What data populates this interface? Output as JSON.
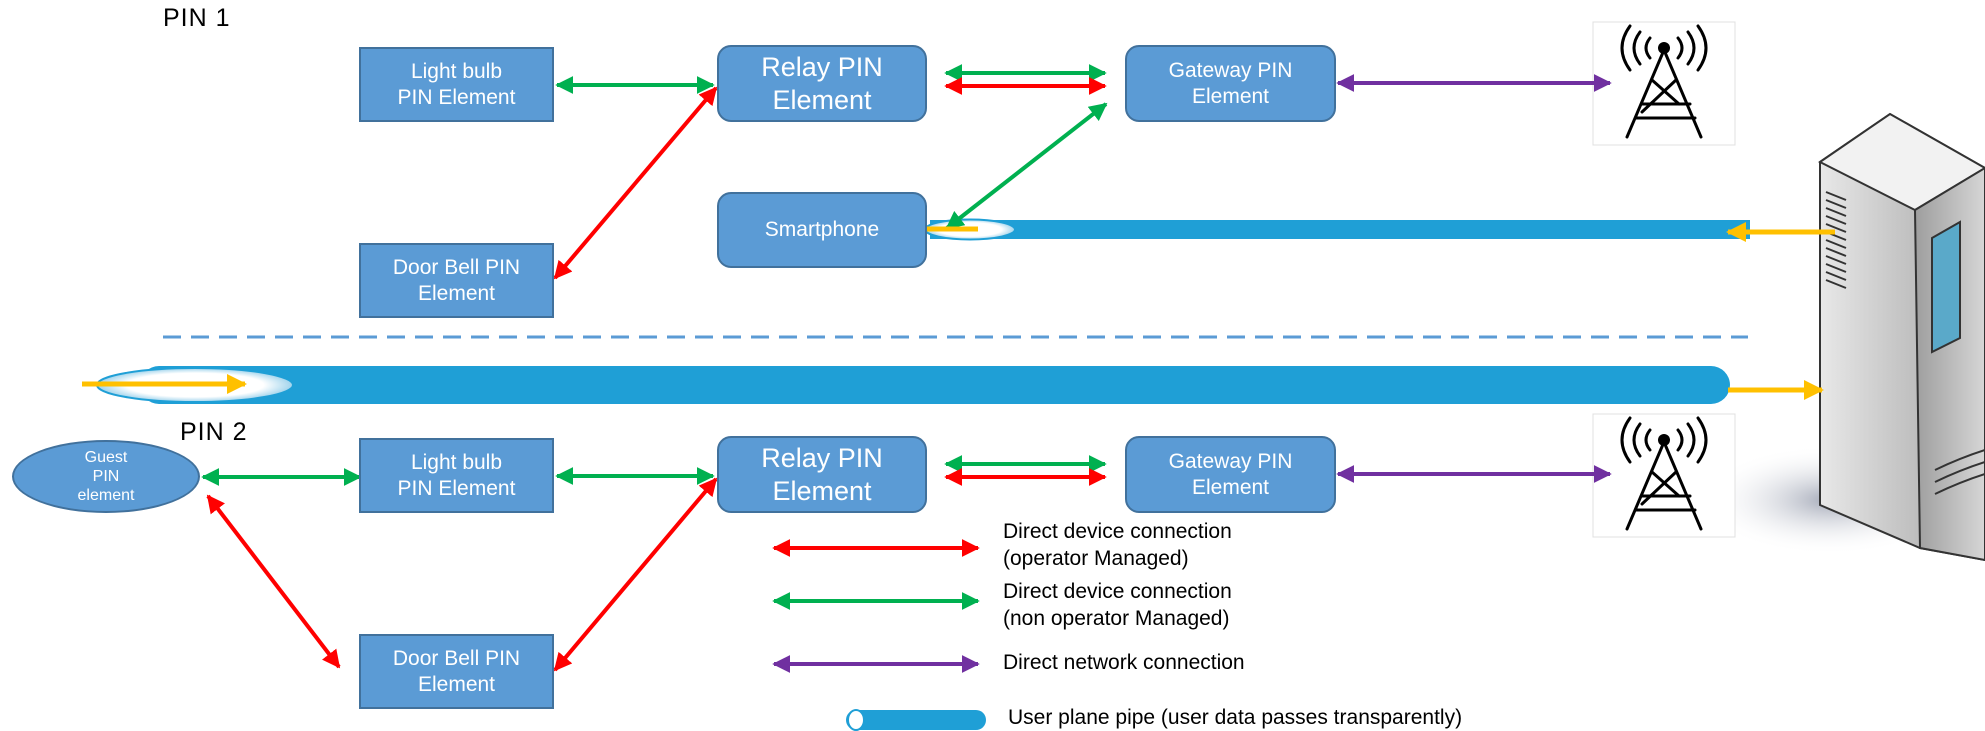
{
  "sections": {
    "pin1": "PIN 1",
    "pin2": "PIN 2"
  },
  "nodes": {
    "pin1_lightbulb": "Light bulb\nPIN Element",
    "pin1_relay": "Relay PIN\nElement",
    "pin1_gateway": "Gateway PIN\nElement",
    "pin1_doorbell": "Door Bell PIN\nElement",
    "pin1_smartphone": "Smartphone",
    "pin2_guest": "Guest\nPIN\nelement",
    "pin2_lightbulb": "Light bulb\nPIN Element",
    "pin2_relay": "Relay PIN\nElement",
    "pin2_gateway": "Gateway PIN\nElement",
    "pin2_doorbell": "Door Bell PIN\nElement"
  },
  "legend": {
    "red": "Direct device connection\n(operator Managed)",
    "green": "Direct device connection\n(non operator Managed)",
    "purple": "Direct network connection",
    "pipe": "User plane pipe (user data passes transparently)"
  },
  "icons": {
    "tower1": "cell-tower-icon",
    "tower2": "cell-tower-icon",
    "server": "server-icon"
  },
  "colors": {
    "box_fill": "#5b9bd5",
    "box_border": "#41719c",
    "red": "#ff0000",
    "green": "#00b050",
    "purple": "#7030a0",
    "pipe": "#1f9fd6",
    "yellow": "#ffc000",
    "dash": "#5b9bd5"
  }
}
